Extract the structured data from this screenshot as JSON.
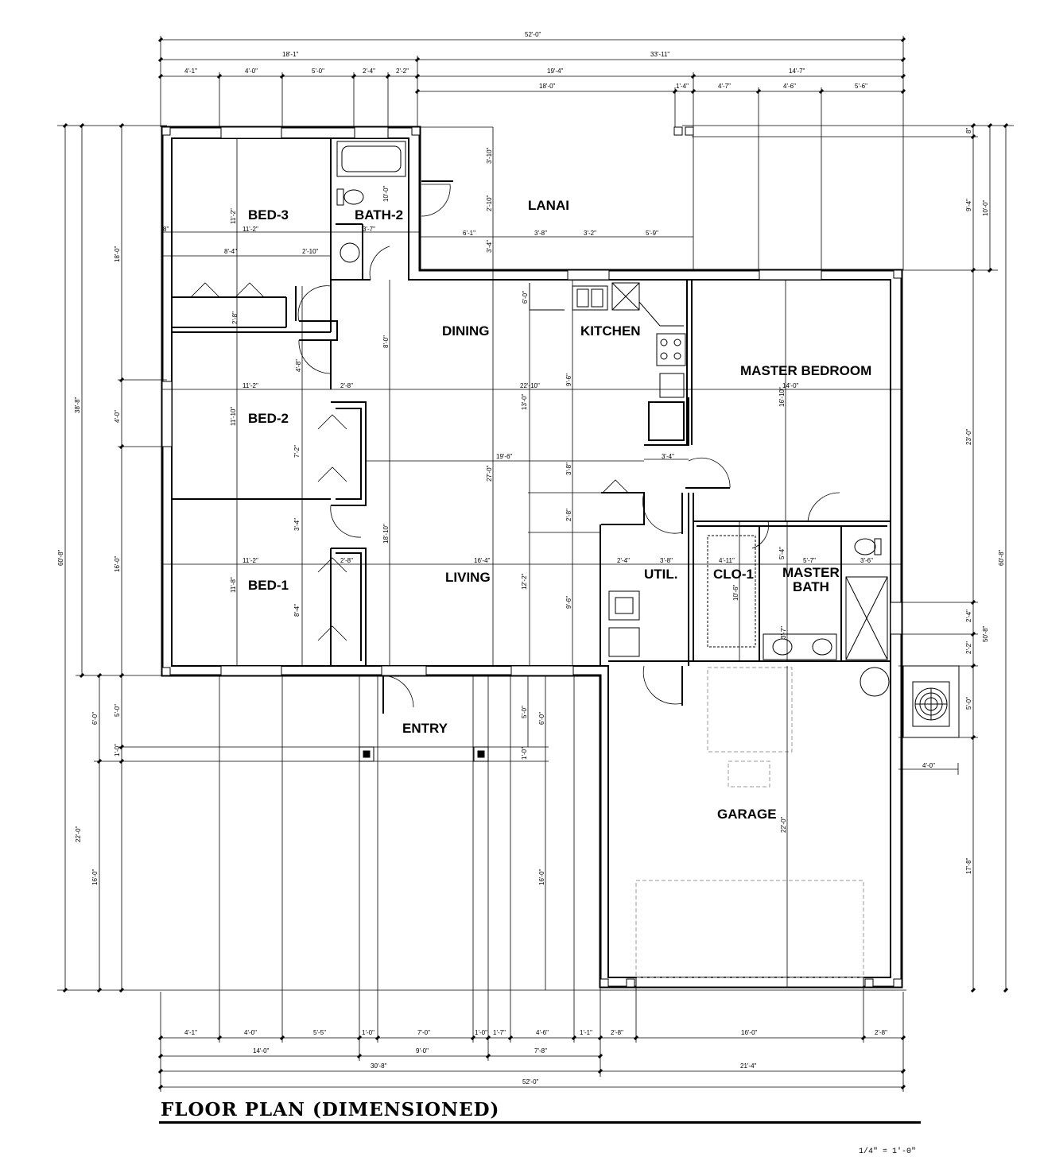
{
  "title": "FLOOR PLAN (DIMENSIONED)",
  "scale": "1/4\" = 1'-0\"",
  "rooms": [
    {
      "id": "bed-3",
      "label": "BED-3"
    },
    {
      "id": "bath-2",
      "label": "BATH-2"
    },
    {
      "id": "lanai",
      "label": "LANAI"
    },
    {
      "id": "dining",
      "label": "DINING"
    },
    {
      "id": "kitchen",
      "label": "KITCHEN"
    },
    {
      "id": "master-bedroom",
      "label": "MASTER BEDROOM"
    },
    {
      "id": "bed-2",
      "label": "BED-2"
    },
    {
      "id": "bed-1",
      "label": "BED-1"
    },
    {
      "id": "living",
      "label": "LIVING"
    },
    {
      "id": "util",
      "label": "UTIL."
    },
    {
      "id": "clo-1",
      "label": "CLO-1"
    },
    {
      "id": "master-bath-1",
      "label": "MASTER"
    },
    {
      "id": "master-bath-2",
      "label": "BATH"
    },
    {
      "id": "entry",
      "label": "ENTRY"
    },
    {
      "id": "garage",
      "label": "GARAGE"
    }
  ],
  "dimensions": {
    "top": {
      "overall": "52'-0\"",
      "row2": [
        "18'-1\"",
        "33'-11\""
      ],
      "row3": [
        "4'-1\"",
        "4'-0\"",
        "5'-0\"",
        "2'-4\"",
        "2'-2\"",
        "19'-4\"",
        "14'-7\""
      ],
      "row4": [
        "18'-0\"",
        "1'-4\"",
        "4'-7\"",
        "4'-6\"",
        "5'-6\""
      ]
    },
    "bottom": {
      "row1": [
        "4'-1\"",
        "4'-0\"",
        "5'-5\"",
        "1'-0\"",
        "7'-0\"",
        "1'-0\"",
        "1'-7\"",
        "4'-6\"",
        "1'-1\"",
        "2'-8\"",
        "16'-0\"",
        "2'-8\""
      ],
      "row2": [
        "14'-0\"",
        "9'-0\"",
        "7'-8\""
      ],
      "row3": [
        "30'-8\"",
        "21'-4\""
      ],
      "overall": "52'-0\""
    },
    "left": [
      "60'-8\"",
      "38'-8\"",
      "18'-0\"",
      "4'-0\"",
      "16'-0\"",
      "22'-0\"",
      "6'-0\"",
      "5'-0\"",
      "1'-0\"",
      "16'-0\""
    ],
    "right": [
      "60'-8\"",
      "10'-0\"",
      "9'-4\"",
      "8\"",
      "23'-0\"",
      "50'-8\"",
      "2'-4\"",
      "2'-2\"",
      "5'-0\"",
      "17'-8\"",
      "4'-0\""
    ],
    "interior": [
      "11'-2\"",
      "11'-2\"",
      "8'-4\"",
      "2'-10\"",
      "8\"",
      "2'-8\"",
      "3'-7\"",
      "10'-0\"",
      "3'-10\"",
      "2'-10\"",
      "3'-4\"",
      "6'-1\"",
      "3'-8\"",
      "3'-2\"",
      "5'-9\"",
      "6'-0\"",
      "8'-0\"",
      "4'-8\"",
      "11'-2\"",
      "11'-10\"",
      "2'-8\"",
      "22'-10\"",
      "13'-0\"",
      "9'-6\"",
      "14'-0\"",
      "16'-10\"",
      "7'-2\"",
      "19'-6\"",
      "3'-4\"",
      "27'-0\"",
      "3'-8\"",
      "2'-8\"",
      "3'-4\"",
      "11'-2\"",
      "11'-8\"",
      "2'-8\"",
      "16'-4\"",
      "18'-10\"",
      "12'-2\"",
      "2'-4\"",
      "3'-8\"",
      "4'-11\"",
      "5'-7\"",
      "3'-6\"",
      "5'-4\"",
      "10'-6\"",
      "8'-4\"",
      "9'-6\"",
      "3'-7\"",
      "22'-0\"",
      "16'-0\"",
      "5'-0\"",
      "6'-0\"",
      "1'-0\""
    ]
  },
  "colors": {
    "line": "#000000",
    "hidden": "#9a9a9a",
    "background": "#ffffff"
  }
}
